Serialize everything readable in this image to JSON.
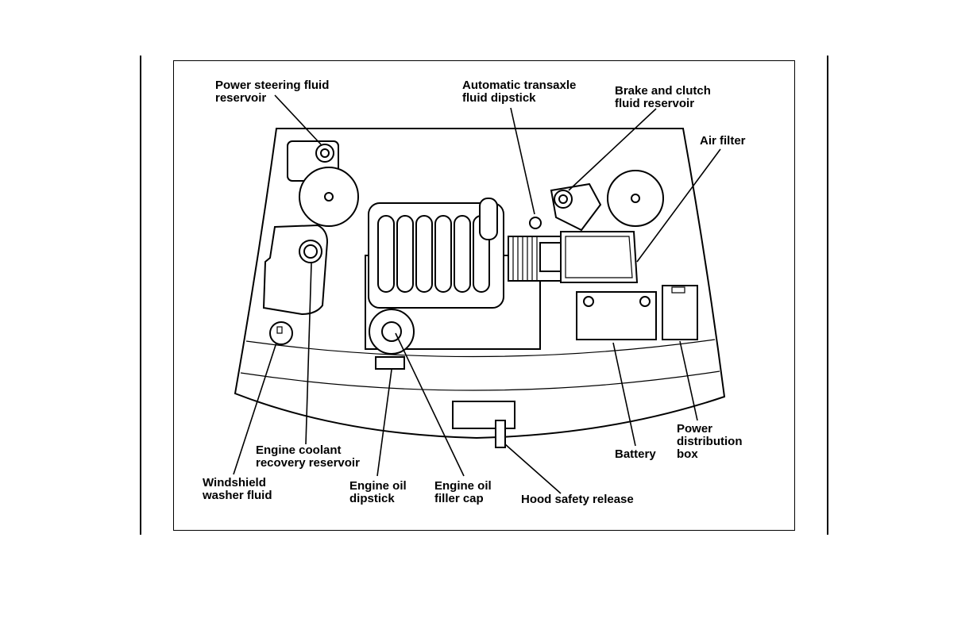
{
  "labels": {
    "power_steering": "Power steering fluid\nreservoir",
    "transaxle": "Automatic transaxle\nfluid dipstick",
    "brake_clutch": "Brake and clutch\nfluid reservoir",
    "air_filter": "Air filter",
    "coolant": "Engine coolant\nrecovery reservoir",
    "washer": "Windshield\nwasher fluid",
    "oil_dipstick": "Engine oil\ndipstick",
    "oil_cap": "Engine oil\nfiller cap",
    "hood_release": "Hood safety release",
    "battery": "Battery",
    "power_box": "Power\ndistribution\nbox"
  }
}
